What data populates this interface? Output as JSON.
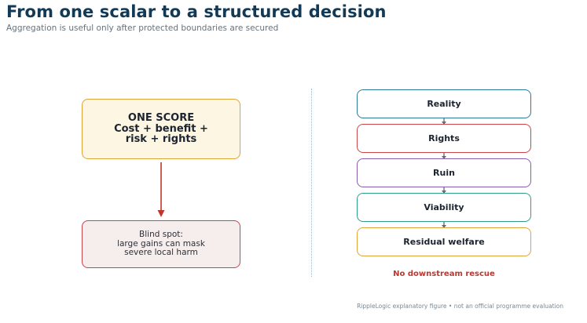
{
  "header": {
    "title": "From one scalar to a structured decision",
    "subtitle": "Aggregation is useful only after protected boundaries are secured"
  },
  "left": {
    "score_box": {
      "lines": [
        "ONE SCORE",
        "Cost + benefit +",
        "risk + rights"
      ]
    },
    "blind_spot": {
      "lines": [
        "Blind spot:",
        "large gains can mask",
        "severe local harm"
      ]
    }
  },
  "right": {
    "stack": [
      {
        "label": "Reality",
        "color": "#2b7a99"
      },
      {
        "label": "Rights",
        "color": "#c9454a"
      },
      {
        "label": "Ruin",
        "color": "#8a5bb3"
      },
      {
        "label": "Viability",
        "color": "#2f9c8a"
      },
      {
        "label": "Residual welfare",
        "color": "#e0a33a"
      }
    ],
    "caption": "No downstream rescue"
  },
  "footer": {
    "note": "RippleLogic explanatory figure • not an official programme evaluation"
  },
  "colors": {
    "title": "#123a57",
    "arrow_red": "#c0362f",
    "connector_gray": "#5f6b76"
  }
}
